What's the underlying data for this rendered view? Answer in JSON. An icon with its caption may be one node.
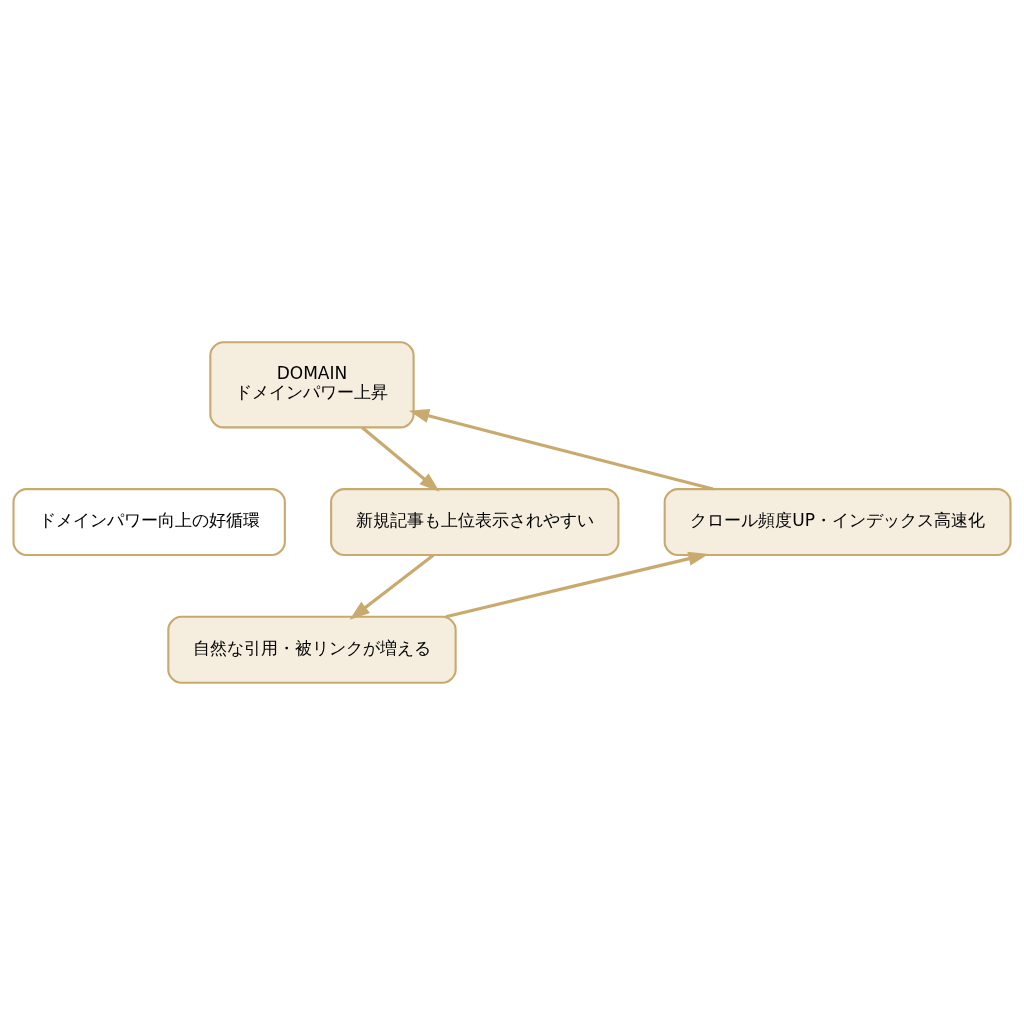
{
  "diagram": {
    "nodes": [
      {
        "text": [
          "DOMAIN",
          "ドメインパワー上昇"
        ]
      },
      {
        "text": [
          "新規記事も上位表示されやすい"
        ]
      },
      {
        "text": [
          "自然な引用・被リンクが増える"
        ]
      },
      {
        "text": [
          "クロール頻度UP・インデックス高速化"
        ]
      },
      {
        "text": [
          "ドメインパワー向上の好循環"
        ]
      }
    ],
    "edges": [
      {
        "from": 0,
        "to": 1,
        "arrow": "to"
      },
      {
        "from": 1,
        "to": 2,
        "arrow": "to"
      },
      {
        "from": 2,
        "to": 3,
        "arrow": "to"
      },
      {
        "from": 3,
        "to": 0,
        "arrow": "to"
      }
    ]
  }
}
